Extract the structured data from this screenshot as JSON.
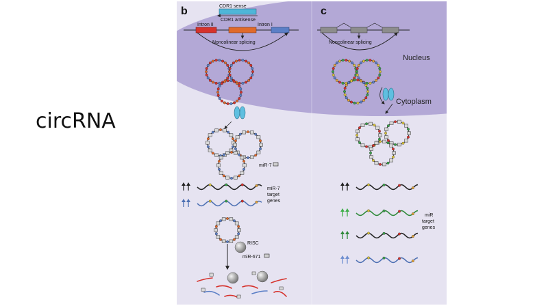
{
  "slide": {
    "title": "circRNA"
  },
  "figure": {
    "panel_b": {
      "letter": "b",
      "cdr1_sense": "CDR1 sense",
      "cdr1_antisense": "CDR1 antisense",
      "intron_2": "Intron II",
      "intron_1": "Intron I",
      "splicing": "Noncolinear splicing",
      "mir7": "miR-7",
      "target_label": "miR-7\ntarget\ngenes",
      "risc": "RISC",
      "mir671": "miR-671"
    },
    "panel_c": {
      "letter": "c",
      "splicing": "Noncolinear splicing",
      "nucleus": "Nucleus",
      "cytoplasm": "Cytoplasm",
      "target_label": "miR\ntarget\ngenes"
    },
    "colors": {
      "nucleus": "#b3a8d6",
      "panel_bg": "#e6e3f1",
      "exon_red": "#d6322c",
      "exon_orange": "#e06a2a",
      "exon_blue": "#5b7fc6",
      "sense_bar": "#4fb6d8",
      "pore": "#5fbfe0",
      "mrna_blue": "#4d70b3",
      "mrna_green": "#2f8a3a",
      "risc_ball": "#a0a0a0"
    }
  }
}
